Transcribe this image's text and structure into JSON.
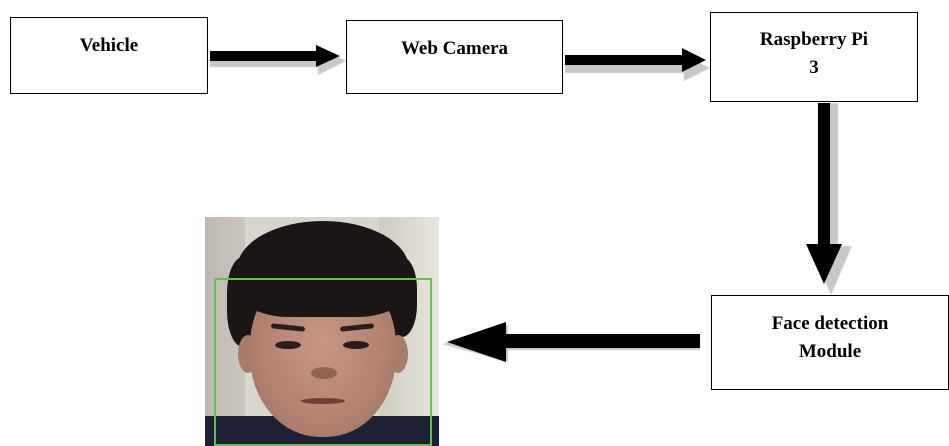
{
  "diagram": {
    "nodes": {
      "vehicle": {
        "label": "Vehicle"
      },
      "web_camera": {
        "label": "Web Camera"
      },
      "raspberry_pi": {
        "label": "Raspberry Pi\n3"
      },
      "face_detection": {
        "label": "Face detection\nModule"
      }
    },
    "edges": [
      {
        "from": "Vehicle",
        "to": "Web Camera"
      },
      {
        "from": "Web Camera",
        "to": "Raspberry Pi 3"
      },
      {
        "from": "Raspberry Pi 3",
        "to": "Face detection Module"
      },
      {
        "from": "Face detection Module",
        "to": "Face photo"
      }
    ],
    "colors": {
      "arrow": "#000000",
      "arrow_shadow": "#c8c8c8",
      "detection_box": "#63c34d"
    }
  }
}
